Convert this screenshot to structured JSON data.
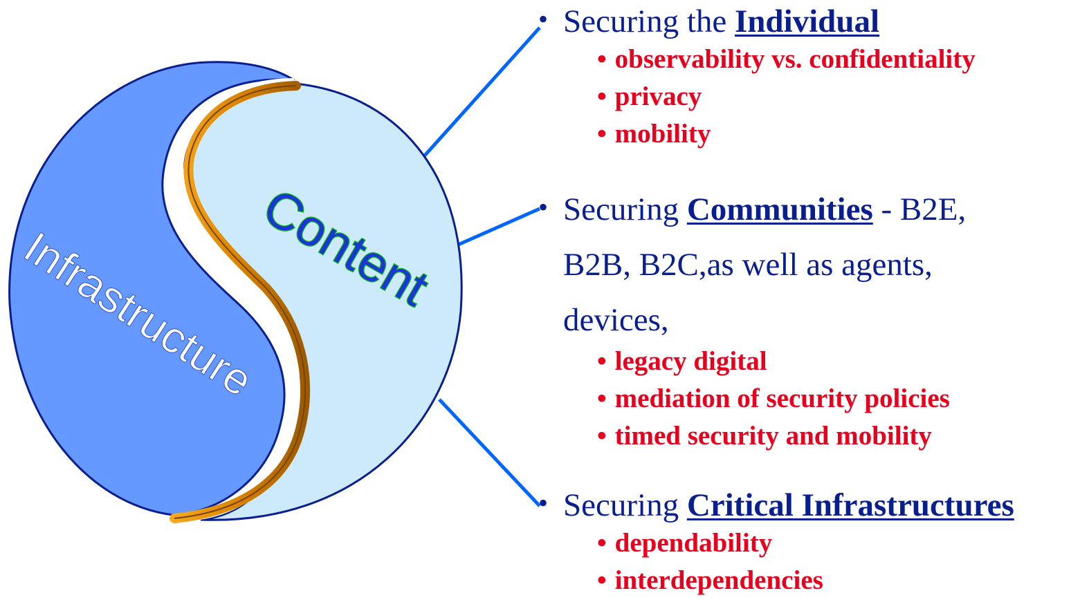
{
  "diagram": {
    "yin_label": "Infrastructure",
    "yang_label": "Content",
    "colors": {
      "infrastructure_fill": "#6699ff",
      "content_fill": "#cdeafc",
      "outline": "#0a1f8f",
      "s_band": "#cc7a00",
      "connector": "#0066ff"
    }
  },
  "sections": [
    {
      "prefix": "Securing the ",
      "highlight": "Individual",
      "suffix": "",
      "continuation": [],
      "items": [
        "observability vs. confidentiality",
        "privacy",
        "mobility"
      ]
    },
    {
      "prefix": "Securing ",
      "highlight": "Communities",
      "suffix": " - B2E,",
      "continuation": [
        "B2B, B2C,as well as agents,",
        "devices,"
      ],
      "items": [
        "legacy digital",
        "mediation of security policies",
        "timed security and mobility"
      ]
    },
    {
      "prefix": "Securing ",
      "highlight": "Critical Infrastructures",
      "suffix": "",
      "continuation": [],
      "items": [
        "dependability",
        "interdependencies"
      ]
    }
  ],
  "colors": {
    "heading_text": "#0a1f8f",
    "sub_item_text": "#e8001c"
  }
}
